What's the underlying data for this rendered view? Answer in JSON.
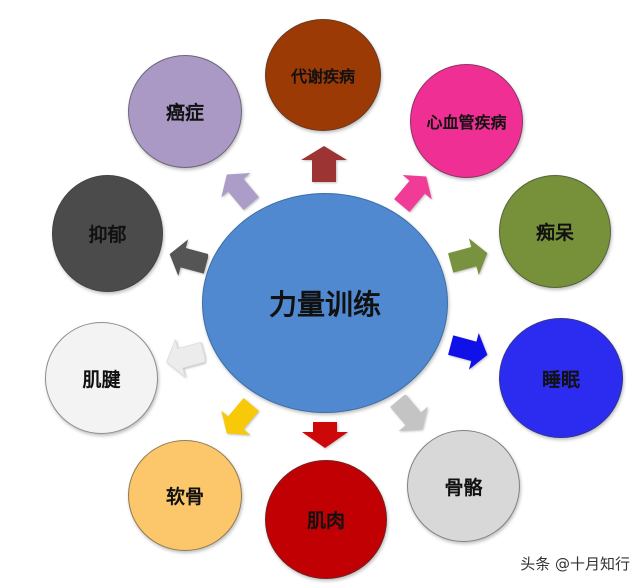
{
  "diagram": {
    "center": {
      "label": "力量训练",
      "color": "#5089cf"
    },
    "nodes": [
      {
        "id": "metabolic",
        "label": "代谢疾病",
        "color": "#9b3a05"
      },
      {
        "id": "cardiovascular",
        "label": "心血管疾病",
        "color": "#f02f94"
      },
      {
        "id": "dementia",
        "label": "痴呆",
        "color": "#77913a"
      },
      {
        "id": "sleep",
        "label": "睡眠",
        "color": "#2b2cf0"
      },
      {
        "id": "bone",
        "label": "骨骼",
        "color": "#d8d8d8"
      },
      {
        "id": "muscle",
        "label": "肌肉",
        "color": "#c00003"
      },
      {
        "id": "cartilage",
        "label": "软骨",
        "color": "#fbc76a"
      },
      {
        "id": "tendon",
        "label": "肌腱",
        "color": "#f3f3f3"
      },
      {
        "id": "depression",
        "label": "抑郁",
        "color": "#4b4b4b"
      },
      {
        "id": "cancer",
        "label": "癌症",
        "color": "#aa99c4"
      }
    ],
    "arrows": [
      {
        "target": "metabolic",
        "color": "#9c3434"
      },
      {
        "target": "cardiovascular",
        "color": "#f03c96"
      },
      {
        "target": "dementia",
        "color": "#789240"
      },
      {
        "target": "sleep",
        "color": "#1010e8"
      },
      {
        "target": "bone",
        "color": "#c4c4c4"
      },
      {
        "target": "muscle",
        "color": "#cc0808"
      },
      {
        "target": "cartilage",
        "color": "#f7c908"
      },
      {
        "target": "tendon",
        "color": "#ececec"
      },
      {
        "target": "depression",
        "color": "#555555"
      },
      {
        "target": "cancer",
        "color": "#ab9dc8"
      }
    ]
  },
  "watermark": "头条 @十月知行"
}
